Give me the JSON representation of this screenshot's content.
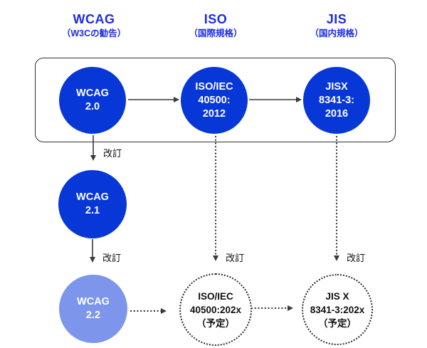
{
  "diagram": {
    "columns": [
      {
        "title": "WCAG",
        "subtitle": "（W3Cの勧告）"
      },
      {
        "title": "ISO",
        "subtitle": "（国際規格）"
      },
      {
        "title": "JIS",
        "subtitle": "（国内規格）"
      }
    ],
    "nodes": {
      "wcag20": {
        "label": "WCAG\n2.0"
      },
      "iso2012": {
        "label": "ISO/IEC\n40500:\n2012"
      },
      "jis2016": {
        "label": "JISX\n8341-3:\n2016"
      },
      "wcag21": {
        "label": "WCAG\n2.1"
      },
      "wcag22": {
        "label": "WCAG\n2.2"
      },
      "iso202x": {
        "label": "ISO/IEC\n40500:202x\n（予定）"
      },
      "jis202x": {
        "label": "JIS X\n8341-3:202x\n（予定）"
      }
    },
    "edge_labels": {
      "revision": "改訂"
    },
    "colors": {
      "heading_blue": "#1c2de3",
      "node_blue": "#0837d8",
      "node_light_blue": "#7d96eb",
      "node_text_white": "#ffffff",
      "line_dark": "#333333",
      "background": "#ffffff"
    }
  }
}
